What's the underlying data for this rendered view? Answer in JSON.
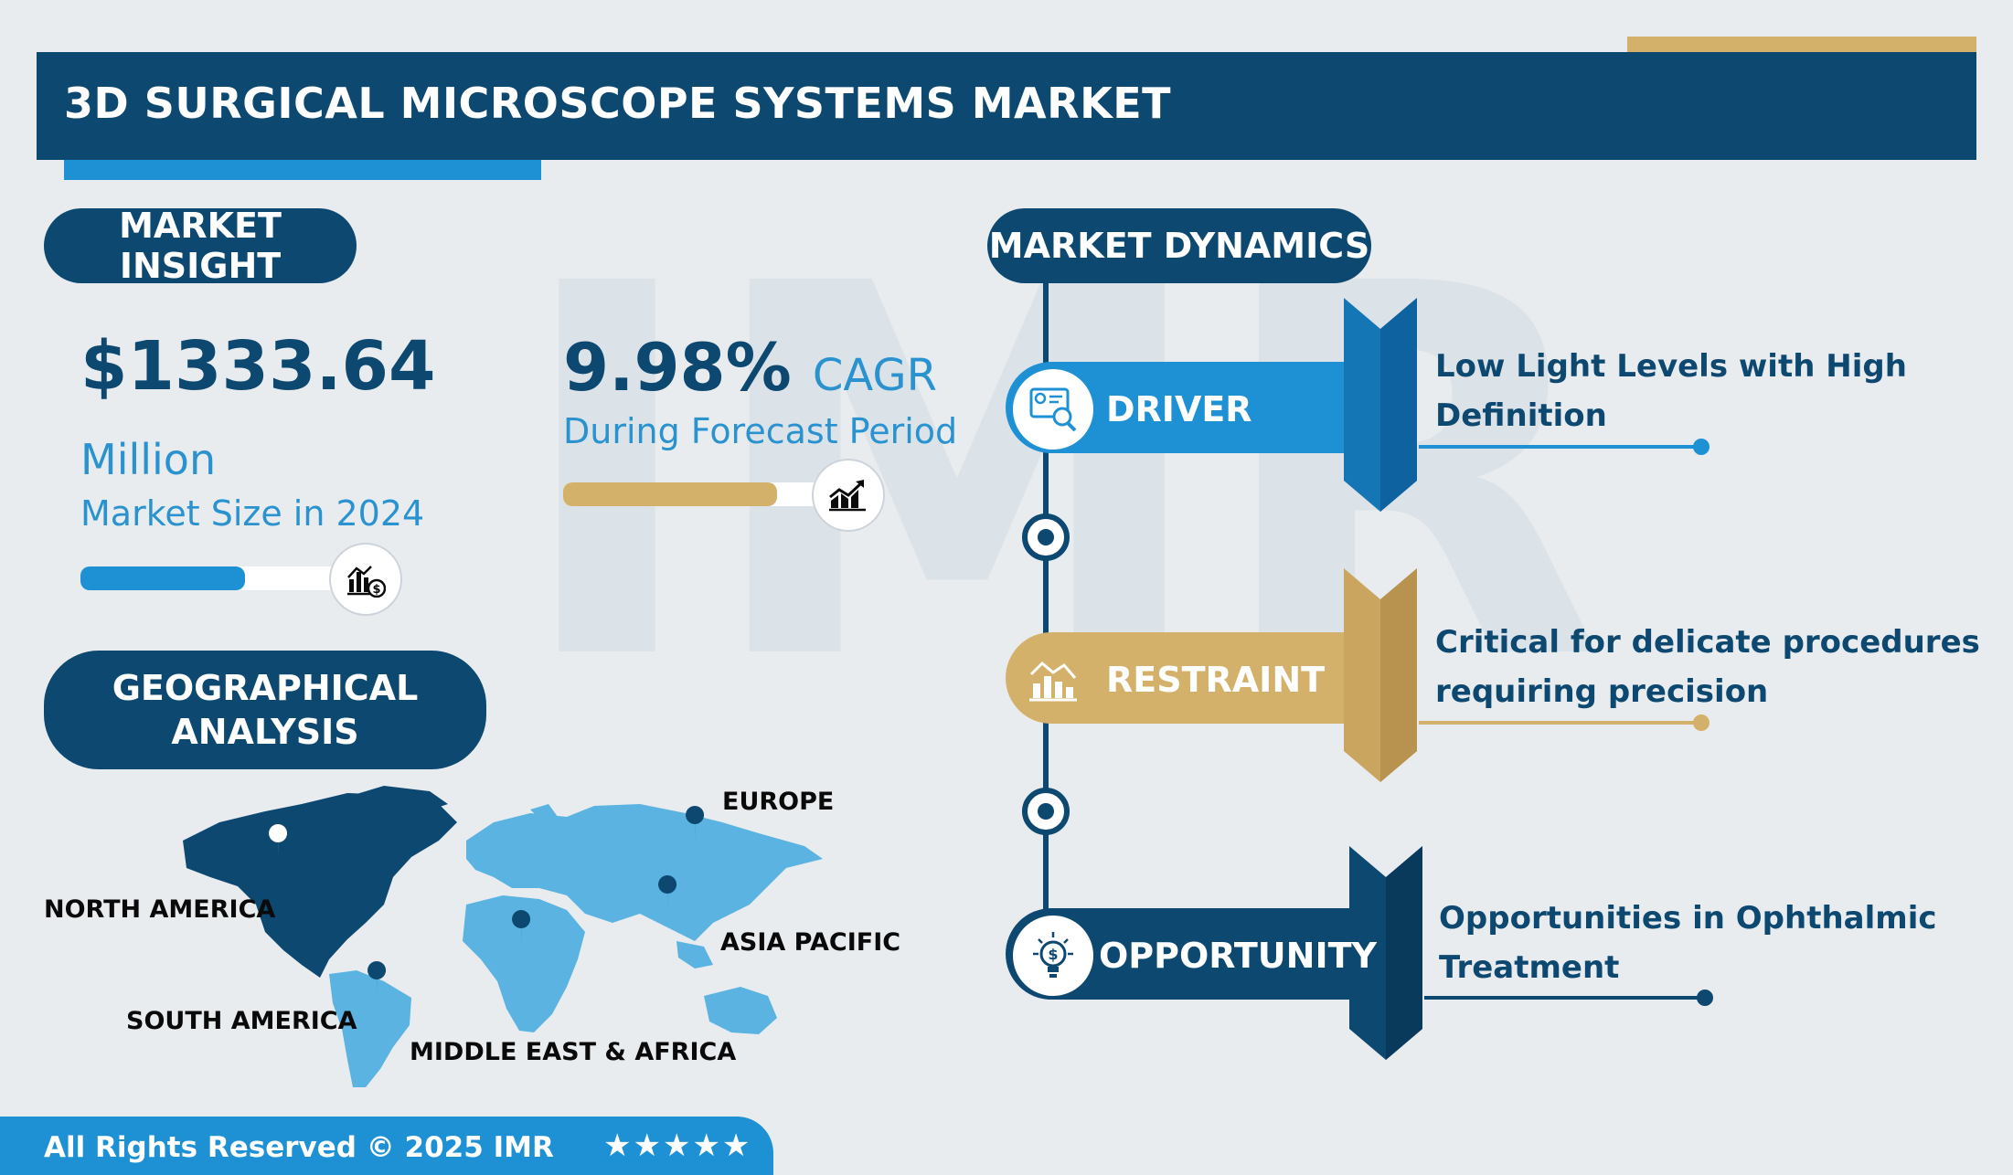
{
  "header": {
    "title": "3D SURGICAL MICROSCOPE SYSTEMS MARKET"
  },
  "market_insight": {
    "heading": "MARKET INSIGHT",
    "market_size_value": "$1333.64",
    "market_size_unit": "Million",
    "market_size_caption": "Market Size in 2024",
    "cagr_value": "9.98%",
    "cagr_label": "CAGR",
    "cagr_caption": "During Forecast Period",
    "market_size_bar_fill": 0.6,
    "cagr_bar_fill": 0.78
  },
  "geography": {
    "heading_line1": "GEOGRAPHICAL",
    "heading_line2": "ANALYSIS",
    "regions": {
      "north_america": "NORTH AMERICA",
      "south_america": "SOUTH AMERICA",
      "europe": "EUROPE",
      "asia_pacific": "ASIA PACIFIC",
      "mea": "MIDDLE EAST & AFRICA"
    }
  },
  "dynamics": {
    "heading": "MARKET DYNAMICS",
    "driver": {
      "label": "DRIVER",
      "text_line1": "Low Light Levels with High",
      "text_line2": "Definition"
    },
    "restraint": {
      "label": "RESTRAINT",
      "text_line1": "Critical for delicate procedures",
      "text_line2": "requiring precision"
    },
    "opportunity": {
      "label": "OPPORTUNITY",
      "text_line1": "Opportunities in Ophthalmic",
      "text_line2": "Treatment"
    }
  },
  "footer": {
    "copyright": "All Rights Reserved © 2025 IMR",
    "stars": "★★★★★"
  },
  "colors": {
    "navy": "#0d4870",
    "blue": "#1e90d4",
    "light_blue": "#2a93cf",
    "gold": "#d4b16a",
    "background": "#e9ecef"
  },
  "icons": [
    "analysis-icon",
    "chart-dollar-icon",
    "growth-chart-icon",
    "restraint-chart-icon",
    "lightbulb-dollar-icon",
    "map-pin-icon"
  ]
}
